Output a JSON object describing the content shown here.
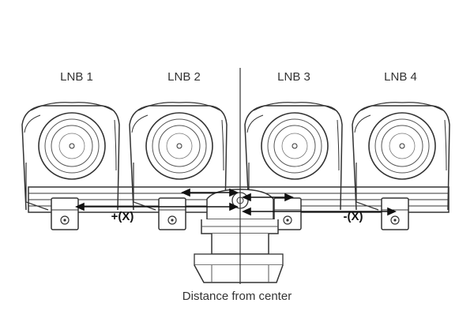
{
  "labels": {
    "lnbs": [
      "LNB 1",
      "LNB 2",
      "LNB 3",
      "LNB 4"
    ],
    "positive_offset": "+(X)",
    "negative_offset": "-(X)",
    "caption": "Distance from center"
  },
  "colors": {
    "line": "#333333",
    "line_light": "#888888",
    "background": "#ffffff"
  }
}
